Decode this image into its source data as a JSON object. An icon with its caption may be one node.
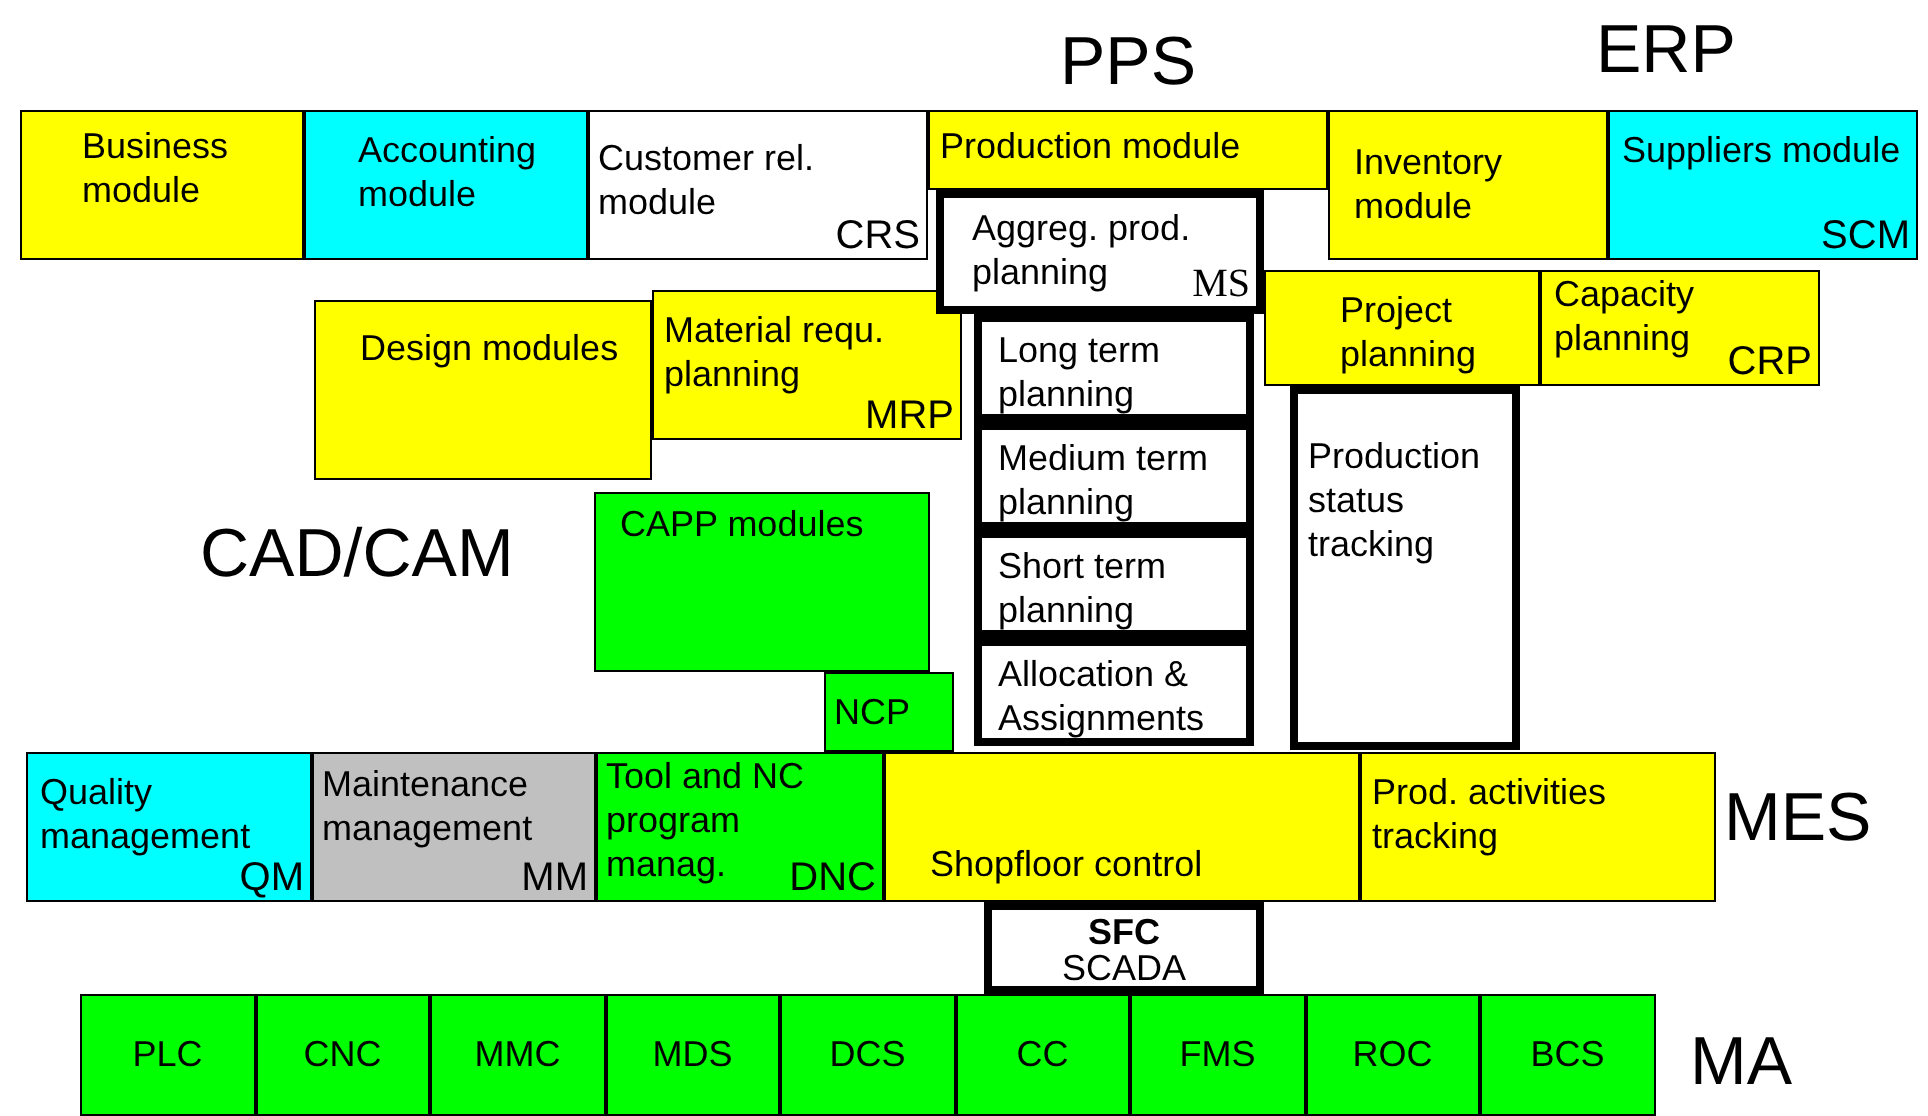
{
  "diagram": {
    "nodes": [
      {
        "text": [
          "Business module"
        ]
      },
      {
        "text": [
          "Accounting module"
        ]
      },
      {
        "text": [
          "Customer rel. module",
          "CRS"
        ]
      },
      {
        "text": [
          "Production module"
        ]
      },
      {
        "text": [
          "Inventory module"
        ]
      },
      {
        "text": [
          "Suppliers module",
          "SCM"
        ]
      },
      {
        "text": [
          "Aggreg. prod. planning",
          "MS"
        ]
      },
      {
        "text": [
          "Design modules"
        ]
      },
      {
        "text": [
          "Material requ. planning",
          "MRP"
        ]
      },
      {
        "text": [
          "Project planning"
        ]
      },
      {
        "text": [
          "Capacity planning",
          "CRP"
        ]
      },
      {
        "text": [
          "Long term planning"
        ]
      },
      {
        "text": [
          "Production status tracking"
        ]
      },
      {
        "text": [
          "Medium term planning"
        ]
      },
      {
        "text": [
          "CAPP modules"
        ]
      },
      {
        "text": [
          "NCP"
        ]
      },
      {
        "text": [
          "Short term planning"
        ]
      },
      {
        "text": [
          "Allocation & Assignments"
        ]
      },
      {
        "text": [
          "Quality management",
          "QM"
        ]
      },
      {
        "text": [
          "Maintenance management",
          "MM"
        ]
      },
      {
        "text": [
          "Tool and NC program manag.",
          "DNC"
        ]
      },
      {
        "text": [
          "Shopfloor control"
        ]
      },
      {
        "text": [
          "Prod. activities tracking"
        ]
      },
      {
        "text": [
          "SFC",
          "SCADA"
        ]
      },
      {
        "text": [
          "PLC"
        ]
      },
      {
        "text": [
          "CNC"
        ]
      },
      {
        "text": [
          "MMC"
        ]
      },
      {
        "text": [
          "MDS"
        ]
      },
      {
        "text": [
          "DCS"
        ]
      },
      {
        "text": [
          "CC"
        ]
      },
      {
        "text": [
          "FMS"
        ]
      },
      {
        "text": [
          "ROC"
        ]
      },
      {
        "text": [
          "BCS"
        ]
      }
    ],
    "labels": [
      "PPS",
      "ERP",
      "CAD/CAM",
      "MES",
      "MA"
    ]
  }
}
